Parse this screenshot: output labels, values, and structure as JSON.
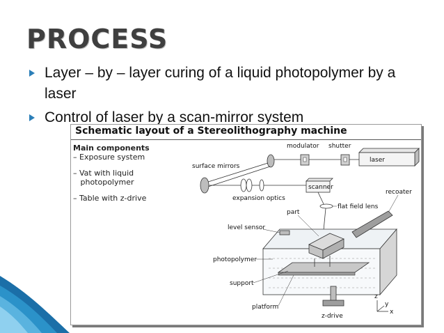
{
  "slide": {
    "title": "PROCESS",
    "bullets": [
      "Layer – by – layer curing of a liquid photopolymer by a laser",
      "Control of laser by a scan-mirror system"
    ],
    "accent_color": "#2c7fb8"
  },
  "figure": {
    "title": "Schematic layout of a Stereolithography machine",
    "components_heading": "Main components",
    "components": [
      "– Exposure system",
      "– Vat with liquid\n   photopolymer",
      "– Table with z-drive"
    ],
    "labels": {
      "modulator": "modulator",
      "shutter": "shutter",
      "laser": "laser",
      "surface_mirrors": "surface mirrors",
      "scanner": "scanner",
      "expansion_optics": "expansion optics",
      "recoater": "recoater",
      "flat_field_lens": "flat field lens",
      "part": "part",
      "level_sensor": "level sensor",
      "photopolymer": "photopolymer",
      "support": "support",
      "platform": "platform",
      "z_drive": "z-drive",
      "axis_z": "z",
      "axis_y": "y",
      "axis_x": "x"
    }
  }
}
